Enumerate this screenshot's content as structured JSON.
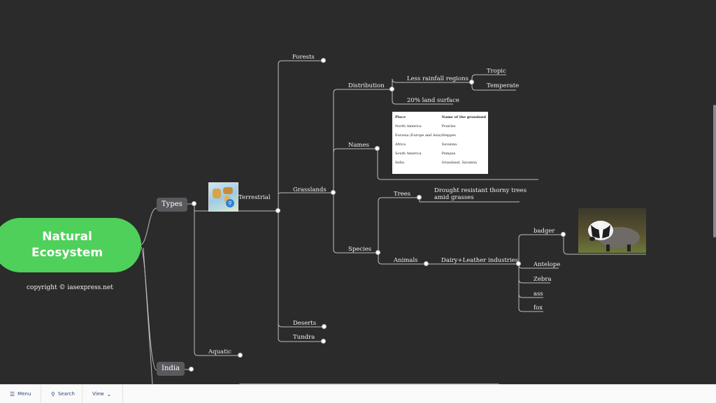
{
  "mindmap": {
    "root": {
      "line1": "Natural",
      "line2": "Ecosystem"
    },
    "copyright": "copyright © iasexpress.net",
    "types": "Types",
    "india": "India",
    "terrestrial": "Terrestrial",
    "aquatic": "Aquatic",
    "forests": "Forests",
    "grasslands": "Grasslands",
    "deserts": "Deserts",
    "tundra": "Tundra",
    "distribution": "Distribution",
    "less_rainfall": "Less rainfall regions",
    "tropic": "Tropic",
    "temperate": "Temperate",
    "land_surface": "20% land surface",
    "names": "Names",
    "species": "Species",
    "trees": "Trees",
    "trees_desc_1": "Drought resistant thorny trees",
    "trees_desc_2": "amid grasses",
    "animals": "Animals",
    "dairy": "Dairy+Leather industries",
    "badger": "badger",
    "antelope": "Antelope",
    "zebra": "Zebra",
    "ass": "ass",
    "fox": "fox"
  },
  "grassland_table": {
    "headers": [
      "Place",
      "Name of the grassland"
    ],
    "rows": [
      [
        "North America",
        "Prairies"
      ],
      [
        "Eurasia (Europe and Asia)",
        "Steppes"
      ],
      [
        "Africa",
        "Savanna"
      ],
      [
        "South America",
        "Pampas"
      ],
      [
        "India",
        "Grassland, Savanna"
      ]
    ]
  },
  "bottom_bar": {
    "menu": "Menu",
    "search": "Search",
    "view": "View"
  },
  "colors": {
    "background": "#2b2b2b",
    "root": "#4fd05a",
    "pill": "#5a5a5e",
    "line": "#bdbdbd"
  }
}
